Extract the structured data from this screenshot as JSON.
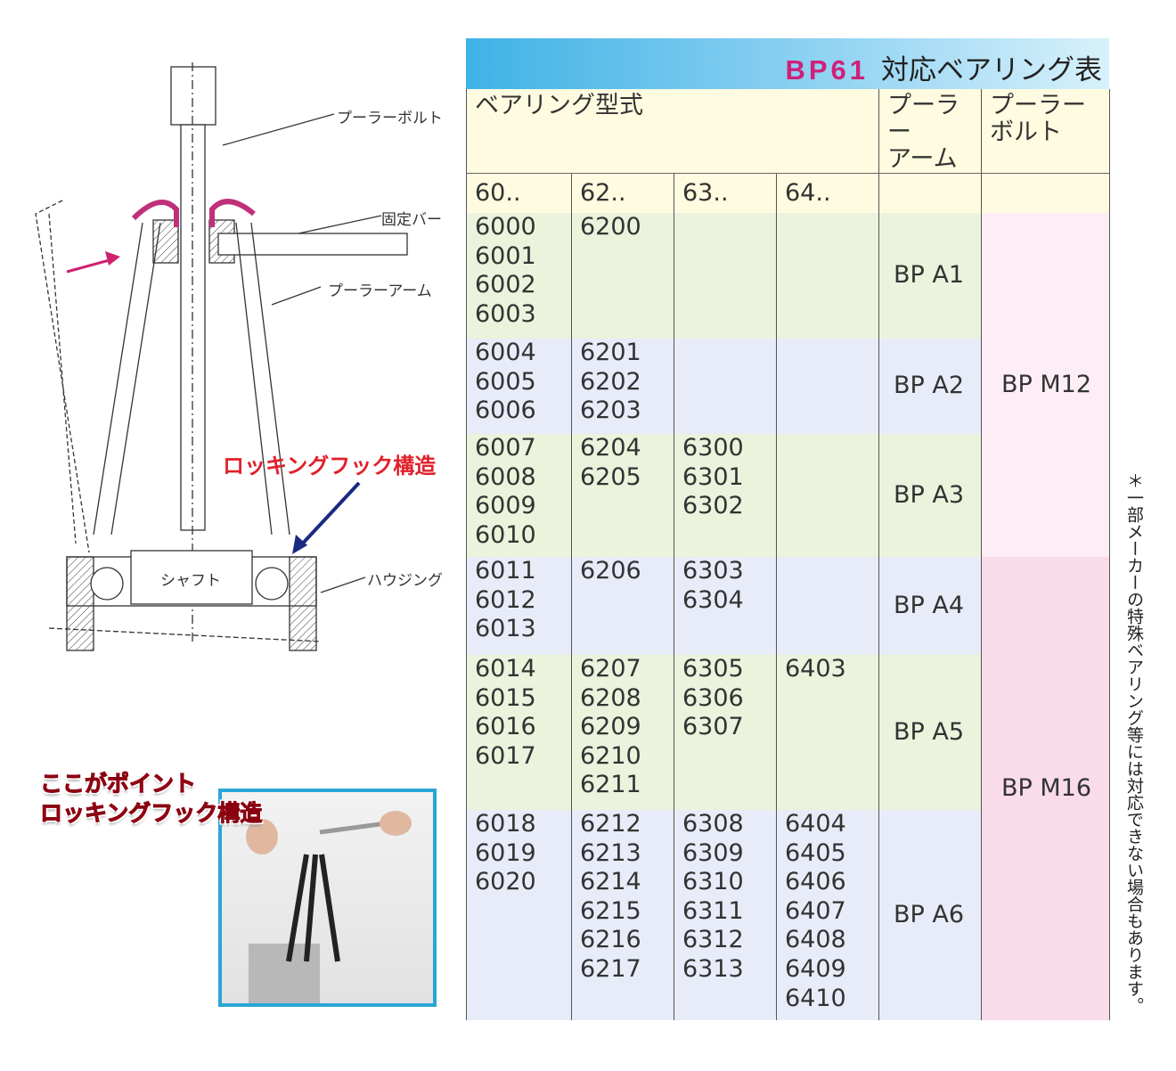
{
  "table": {
    "title_code": "BP61",
    "title_text": "対応ベアリング表",
    "header_type": "ベアリング型式",
    "header_arm": [
      "プーラー",
      "アーム"
    ],
    "header_bolt": [
      "プーラー",
      "ボルト"
    ],
    "series": [
      "60..",
      "62..",
      "63..",
      "64.."
    ],
    "groups": [
      {
        "cols": [
          [
            "6000",
            "6001",
            "6002",
            "6003"
          ],
          [
            "6200"
          ],
          [],
          []
        ],
        "arm": "BP A1"
      },
      {
        "cols": [
          [
            "6004",
            "6005",
            "6006"
          ],
          [
            "6201",
            "6202",
            "6203"
          ],
          [],
          []
        ],
        "arm": "BP A2"
      },
      {
        "cols": [
          [
            "6007",
            "6008",
            "6009",
            "6010"
          ],
          [
            "6204",
            "6205"
          ],
          [
            "6300",
            "6301",
            "6302"
          ],
          []
        ],
        "arm": "BP A3"
      },
      {
        "cols": [
          [
            "6011",
            "6012",
            "6013"
          ],
          [
            "6206"
          ],
          [
            "6303",
            "6304"
          ],
          []
        ],
        "arm": "BP A4"
      },
      {
        "cols": [
          [
            "6014",
            "6015",
            "6016",
            "6017"
          ],
          [
            "6207",
            "6208",
            "6209",
            "6210",
            "6211"
          ],
          [
            "6305",
            "6306",
            "6307"
          ],
          [
            "6403"
          ]
        ],
        "arm": "BP A5"
      },
      {
        "cols": [
          [
            "6018",
            "6019",
            "6020"
          ],
          [
            "6212",
            "6213",
            "6214",
            "6215",
            "6216",
            "6217"
          ],
          [
            "6308",
            "6309",
            "6310",
            "6311",
            "6312",
            "6313"
          ],
          [
            "6404",
            "6405",
            "6406",
            "6407",
            "6408",
            "6409",
            "6410"
          ]
        ],
        "arm": "BP A6"
      }
    ],
    "bolts": [
      "BP M12",
      "BP M16"
    ]
  },
  "note": "＊一部メーカーの特殊ベアリング等には対応できない場合もあります。",
  "diagram": {
    "labels": {
      "bolt": "プーラーボルト",
      "bar": "固定バー",
      "arm": "プーラーアーム",
      "housing": "ハウジング",
      "shaft": "シャフト",
      "locking": "ロッキングフック構造"
    },
    "point": [
      "ここがポイント",
      "ロッキングフック構造"
    ]
  },
  "colors": {
    "accent": "#d0207a",
    "header": "#3fb2e6"
  }
}
